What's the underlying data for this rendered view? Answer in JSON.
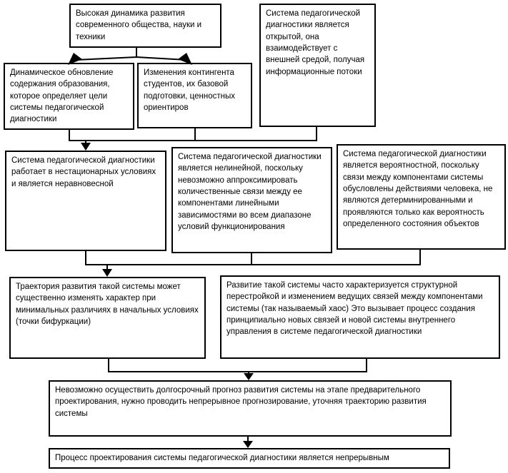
{
  "diagram": {
    "title": "Flowchart of properties of the pedagogical diagnostics system",
    "colors": {
      "box_border": "#000000",
      "box_background": "#ffffff",
      "text": "#000000",
      "connector": "#000000"
    },
    "boxes": {
      "high_dynamics": {
        "text": "Высокая динамика развития современного общества, науки и техники"
      },
      "open_system": {
        "text": "Система педагогической диагностики является открытой, она взаимодействует с внешней средой, получая информационные потоки"
      },
      "content_renewal": {
        "text": "Динамическое обновление содержания образования, которое определяет цели системы педагогической диагностики"
      },
      "student_contingent": {
        "text": "Изменения контингента студентов, их базовой подготовки, ценностных ориентиров"
      },
      "nonstationary": {
        "text": "Система педагогической диагностики работает в нестационарных условиях и является неравновесной"
      },
      "nonlinear": {
        "text": "Система педагогической диагностики является нелинейной, поскольку невозможно аппроксимировать количественные связи между ее компонентами линейными зависимостями во всем диапазоне условий функционирования"
      },
      "probabilistic": {
        "text": "Система педагогической диагностики является вероятностной, поскольку связи между компонентами системы обусловлены действиями человека, не являются детерминированными и проявляются только как вероятность определенного состояния объектов"
      },
      "bifurcation": {
        "text": "Траектория развития такой системы может существенно изменять характер при минимальных различиях в начальных условиях (точки бифуркации)"
      },
      "chaos": {
        "text": "Развитие такой системы часто характеризуется структурной перестройкой и изменением ведущих связей между компонентами системы (так называемый хаос) Это вызывает процесс создания принципиально новых связей и новой системы внутреннего управления в системе педагогической диагностики"
      },
      "forecasting": {
        "text": "Невозможно осуществить долгосрочный прогноз развития системы на этапе предварительного проектирования, нужно проводить непрерывное прогнозирование, уточняя траекторию развития системы"
      },
      "continuous": {
        "text": "Процесс проектирования системы педагогической диагностики является непрерывным"
      }
    }
  }
}
